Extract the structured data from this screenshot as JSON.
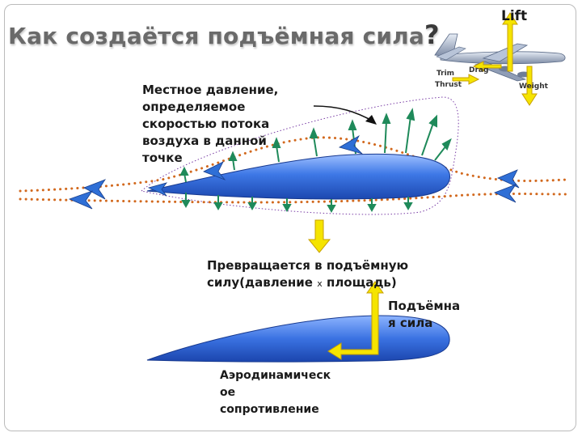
{
  "title": "Как создаётся подъёмная сила",
  "title_mark": "?",
  "plane_inset": {
    "lift": "Lift",
    "drag": "Drag",
    "trim": "Trim",
    "thrust": "Thrust",
    "weight": "Weight"
  },
  "pressure_label": [
    "Местное давление,",
    "определяемое",
    "скоростью потока",
    "воздуха в данной",
    "точке"
  ],
  "converts_label": [
    "Превращается в подъёмную",
    "силу(давление",
    "x",
    "площадь)"
  ],
  "lift_label": [
    "Подъёмна",
    "я сила"
  ],
  "drag_label": [
    "Аэродинамическ",
    "ое",
    "сопротивление"
  ],
  "colors": {
    "wing": "#2a5fd0",
    "streamline": "#d2691e",
    "pressure_arrow": "#1f8a5a",
    "force_arrow": "#f5e400",
    "flow_arrow": "#2f6fd6"
  }
}
